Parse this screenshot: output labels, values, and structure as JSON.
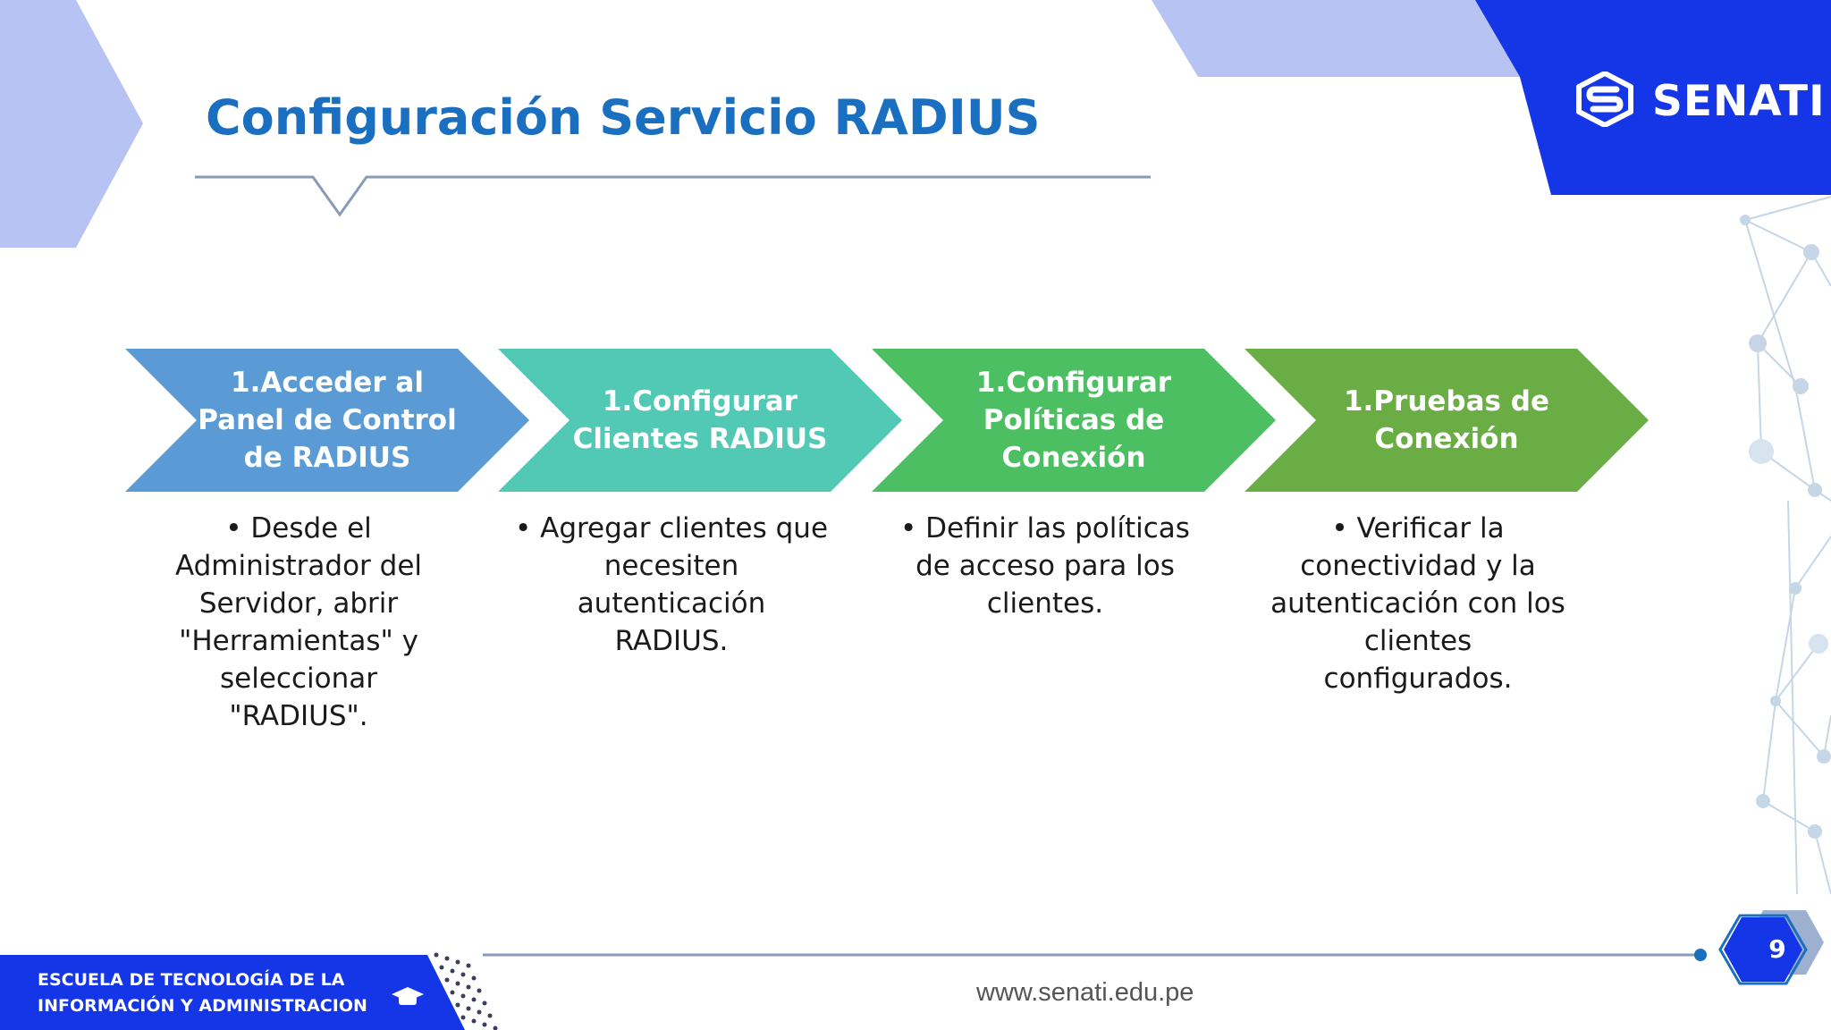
{
  "slide": {
    "title": "Configuración Servicio RADIUS",
    "brand": "SENATI",
    "page_number": "9",
    "footer_school": [
      "ESCUELA DE TECNOLOGÍA DE LA",
      "INFORMACIÓN Y ADMINISTRACION"
    ],
    "footer_url": "www.senati.edu.pe"
  },
  "steps": [
    {
      "label_lines": [
        "1.Acceder al",
        "Panel de Control",
        "de RADIUS"
      ],
      "description_lines": [
        "• Desde el",
        "Administrador del",
        "Servidor, abrir",
        "\"Herramientas\" y",
        "seleccionar",
        "\"RADIUS\"."
      ],
      "color": "#5b9bd5"
    },
    {
      "label_lines": [
        "1.Configurar",
        "Clientes RADIUS"
      ],
      "description_lines": [
        "• Agregar clientes que",
        "necesiten",
        "autenticación",
        "RADIUS."
      ],
      "color": "#52c9b4"
    },
    {
      "label_lines": [
        "1.Configurar",
        "Políticas de",
        "Conexión"
      ],
      "description_lines": [
        "• Definir las políticas",
        "de acceso para los",
        "clientes."
      ],
      "color": "#4cbf62"
    },
    {
      "label_lines": [
        "1.Pruebas de",
        "Conexión"
      ],
      "description_lines": [
        "• Verificar la",
        "conectividad y la",
        "autenticación con los",
        "clientes",
        "configurados."
      ],
      "color": "#6aad45"
    }
  ],
  "colors": {
    "title": "#1a6fc1",
    "brand_blue": "#1536e6",
    "light_periwinkle": "#b7c3f2",
    "divider": "#8a9bb8"
  },
  "icons": [
    "senati-logo-icon",
    "graduation-cap-icon",
    "hexagon-badge-icon",
    "network-nodes-decoration"
  ]
}
